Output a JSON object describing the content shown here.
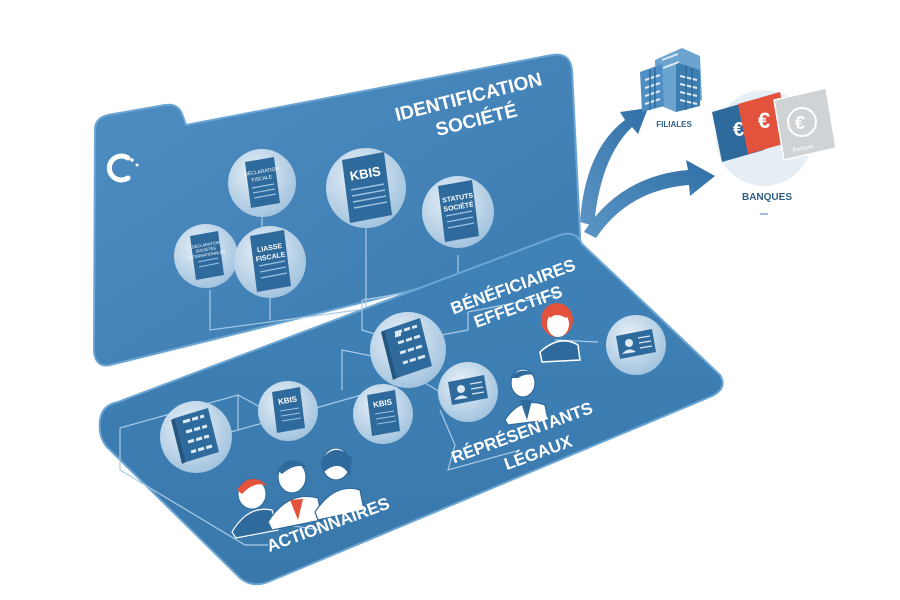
{
  "folder": {
    "identification_line1": "IDENTIFICATION",
    "identification_line2": "SOCIÉTÉ",
    "beneficiaires_line1": "BÉNÉFICIAIRES",
    "beneficiaires_line2": "EFFECTIFS",
    "representants_line1": "RÉPRÉSENTANTS",
    "representants_line2": "LÉGAUX",
    "actionnaires": "ACTIONNAIRES"
  },
  "documents": {
    "declaration_line1": "DÉCLARATION",
    "declaration_line2": "FISCALE",
    "kbis": "KBIS",
    "statuts_line1": "STATUTS",
    "statuts_line2": "SOCIÉTÉ",
    "liasse_line1": "LIASSE",
    "liasse_line2": "FISCALE",
    "small_doc_line1": "DÉCLARATION",
    "small_doc_line2": "SOCIÉTÉS",
    "small_doc_line3": "INTERNATIONALES",
    "kbis_small_1": "KBIS",
    "kbis_small_2": "KBIS"
  },
  "right_panel": {
    "filiales": "FILIALES",
    "banques": "BANQUES",
    "bank_card_text": "Banque"
  },
  "colors": {
    "folder_main": "#3d7fb3",
    "folder_light": "#5a9acb",
    "folder_edge": "#2e6a99",
    "accent_red": "#e2523c",
    "card_grey": "#cfd3d6"
  }
}
